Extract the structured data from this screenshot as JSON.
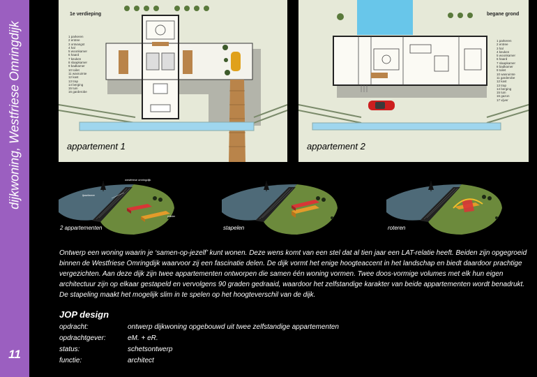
{
  "sidebar": {
    "title": "dijkwoning, Westfriese Omringdijk",
    "page_number": "11",
    "color": "#9b5fc0"
  },
  "plans": [
    {
      "floor_label": "1e verdieping",
      "caption": "appartement 1",
      "legend": [
        "1  parkeren",
        "2  entree",
        "3  ontvangst",
        "4  hal",
        "5  woonkamer",
        "6  haard",
        "7  keuken",
        "8  slaapkamer",
        "9  badkamer",
        "10 toilet",
        "11 wasruimte",
        "12 kast",
        "13 trap",
        "14 berging",
        "15 tuin",
        "16 garderobe"
      ]
    },
    {
      "floor_label": "begane grond",
      "caption": "appartement 2",
      "legend": [
        "1  parkeren",
        "2  entree",
        "3  hal",
        "4  keuken",
        "5  woonkamer",
        "6  haard",
        "7  slaapkamer",
        "8  badkamer",
        "9  toilet",
        "10 wasruimte",
        "11 garderobe",
        "12 kast",
        "13 trap",
        "14 berging",
        "15 tuin",
        "16 gazon",
        "17 vijver"
      ]
    }
  ],
  "diagrams": [
    {
      "caption": "2 appartementen",
      "annotations": [
        "westfriese omringdijk",
        "polder",
        "ijsselmeer"
      ]
    },
    {
      "caption": "stapelen"
    },
    {
      "caption": "roteren"
    }
  ],
  "description": "Ontwerp een woning waarin je ‘samen-op-jezelf’ kunt wonen. Deze wens komt van een stel dat al tien jaar een LAT-relatie heeft. Beiden zijn opgegroeid binnen de Westfriese Omringdijk waarvoor zij een fascinatie delen. De dijk vormt het enige hoogteaccent in het landschap en biedt daardoor prachtige vergezichten. Aan deze dijk zijn twee appartementen ontworpen die samen één woning vormen. Twee doos-vormige volumes met elk hun eigen architectuur zijn op elkaar gestapeld en vervolgens 90 graden gedraaid, waardoor het zelfstandige karakter van beide appartementen wordt benadrukt. De stapeling maakt het mogelijk slim in te spelen op het hoogteverschil van de dijk.",
  "project": {
    "title": "JOP design",
    "rows": [
      {
        "label": "opdracht:",
        "value": "ontwerp dijkwoning opgebouwd uit twee zelfstandige appartementen"
      },
      {
        "label": "opdrachtgever:",
        "value": "eM. + eR."
      },
      {
        "label": "status:",
        "value": "schetsontwerp"
      },
      {
        "label": "functie:",
        "value": "architect"
      }
    ]
  }
}
